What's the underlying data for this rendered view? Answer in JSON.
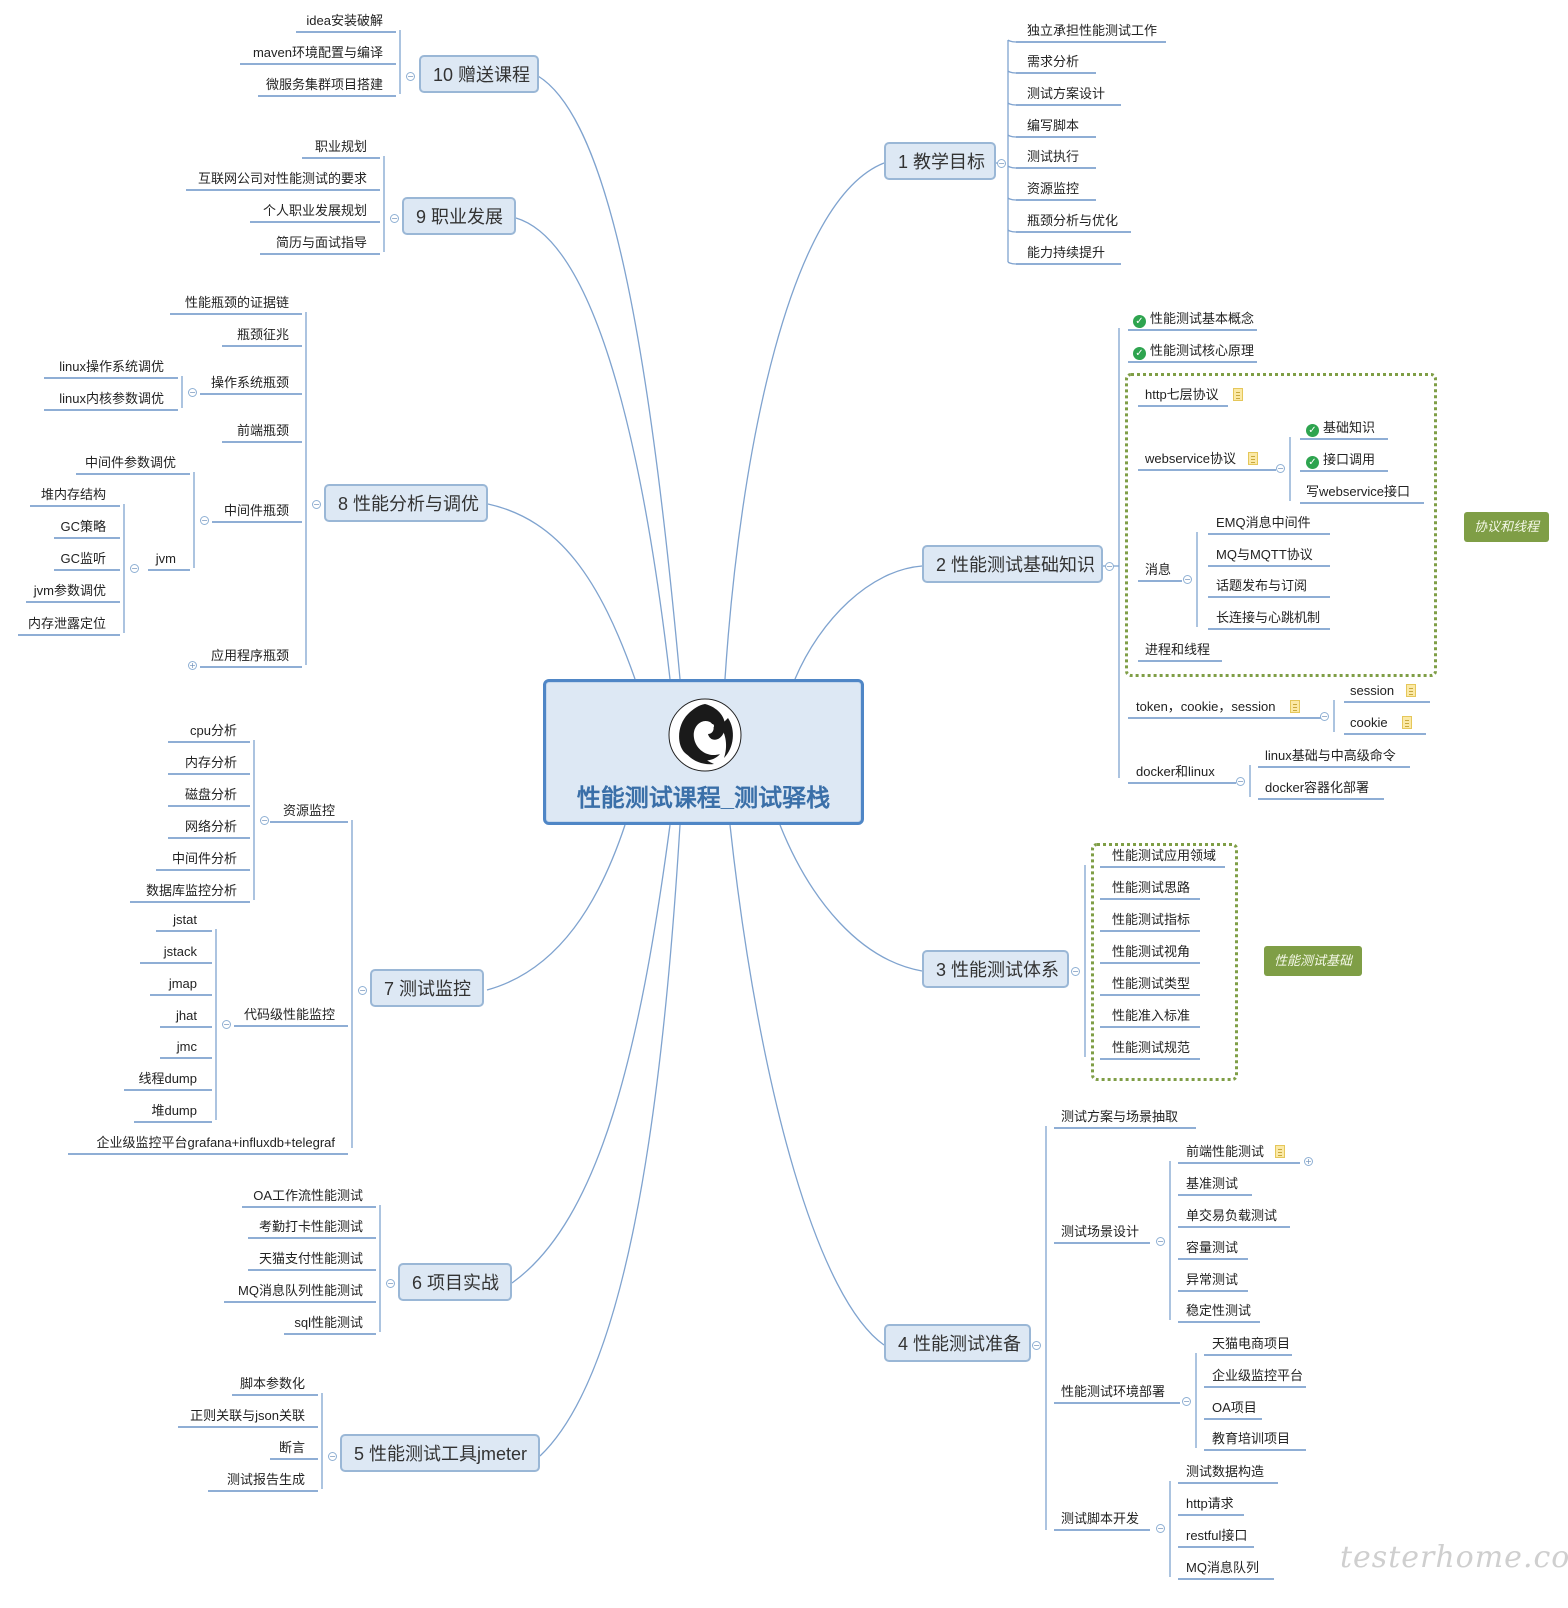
{
  "root": {
    "title": "性能测试课程_测试驿栈",
    "logo_icon": "dragon-icon"
  },
  "tags": {
    "protocol": "协议和线程",
    "basics": "性能测试基础"
  },
  "watermark": "testerhome.com",
  "colors": {
    "line": "#7fa3cf",
    "topic_bg": "#dde8f4",
    "topic_border": "#9ab7d6",
    "root_border": "#4f86c6",
    "tag_bg": "#7f9e46",
    "check": "#2ea44f"
  },
  "topics": {
    "t1": "1 教学目标",
    "t2": "2 性能测试基础知识",
    "t3": "3 性能测试体系",
    "t4": "4 性能测试准备",
    "t5": "5 性能测试工具jmeter",
    "t6": "6 项目实战",
    "t7": "7 测试监控",
    "t8": "8 性能分析与调优",
    "t9": "9 职业发展",
    "t10": "10 赠送课程"
  },
  "t1": [
    "独立承担性能测试工作",
    "需求分析",
    "测试方案设计",
    "编写脚本",
    "测试执行",
    "资源监控",
    "瓶颈分析与优化",
    "能力持续提升"
  ],
  "t2": {
    "c1": "性能测试基本概念",
    "c2": "性能测试核心原理",
    "http": "http七层协议",
    "ws": "webservice协议",
    "ws_children": [
      "基础知识",
      "接口调用",
      "写webservice接口"
    ],
    "msg": "消息",
    "msg_children": [
      "EMQ消息中间件",
      "MQ与MQTT协议",
      "话题发布与订阅",
      "长连接与心跳机制"
    ],
    "proc": "进程和线程",
    "tcs": "token，cookie，session",
    "tcs_children": [
      "session",
      "cookie"
    ],
    "dl": "docker和linux",
    "dl_children": [
      "linux基础与中高级命令",
      "docker容器化部署"
    ]
  },
  "t3": [
    "性能测试应用领域",
    "性能测试思路",
    "性能测试指标",
    "性能测试视角",
    "性能测试类型",
    "性能准入标准",
    "性能测试规范"
  ],
  "t4": {
    "a": "测试方案与场景抽取",
    "b": "测试场景设计",
    "b_children": [
      "前端性能测试",
      "基准测试",
      "单交易负载测试",
      "容量测试",
      "异常测试",
      "稳定性测试"
    ],
    "c": "性能测试环境部署",
    "c_children": [
      "天猫电商项目",
      "企业级监控平台",
      "OA项目",
      "教育培训项目"
    ],
    "d": "测试脚本开发",
    "d_children": [
      "测试数据构造",
      "http请求",
      "restful接口",
      "MQ消息队列"
    ]
  },
  "t5": [
    "脚本参数化",
    "正则关联与json关联",
    "断言",
    "测试报告生成"
  ],
  "t6": [
    "OA工作流性能测试",
    "考勤打卡性能测试",
    "天猫支付性能测试",
    "MQ消息队列性能测试",
    "sql性能测试"
  ],
  "t7": {
    "res": "资源监控",
    "res_children": [
      "cpu分析",
      "内存分析",
      "磁盘分析",
      "网络分析",
      "中间件分析",
      "数据库监控分析"
    ],
    "code": "代码级性能监控",
    "code_children": [
      "jstat",
      "jstack",
      "jmap",
      "jhat",
      "jmc",
      "线程dump",
      "堆dump"
    ],
    "ent": "企业级监控平台grafana+influxdb+telegraf"
  },
  "t8": {
    "a": "性能瓶颈的证据链",
    "b": "瓶颈征兆",
    "os": "操作系统瓶颈",
    "os_children": [
      "linux操作系统调优",
      "linux内核参数调优"
    ],
    "fe": "前端瓶颈",
    "mw": "中间件瓶颈",
    "mw_param": "中间件参数调优",
    "jvm": "jvm",
    "jvm_children": [
      "堆内存结构",
      "GC策略",
      "GC监听",
      "jvm参数调优",
      "内存泄露定位"
    ],
    "app": "应用程序瓶颈"
  },
  "t9": [
    "职业规划",
    "互联网公司对性能测试的要求",
    "个人职业发展规划",
    "简历与面试指导"
  ],
  "t10": [
    "idea安装破解",
    "maven环境配置与编译",
    "微服务集群项目搭建"
  ]
}
